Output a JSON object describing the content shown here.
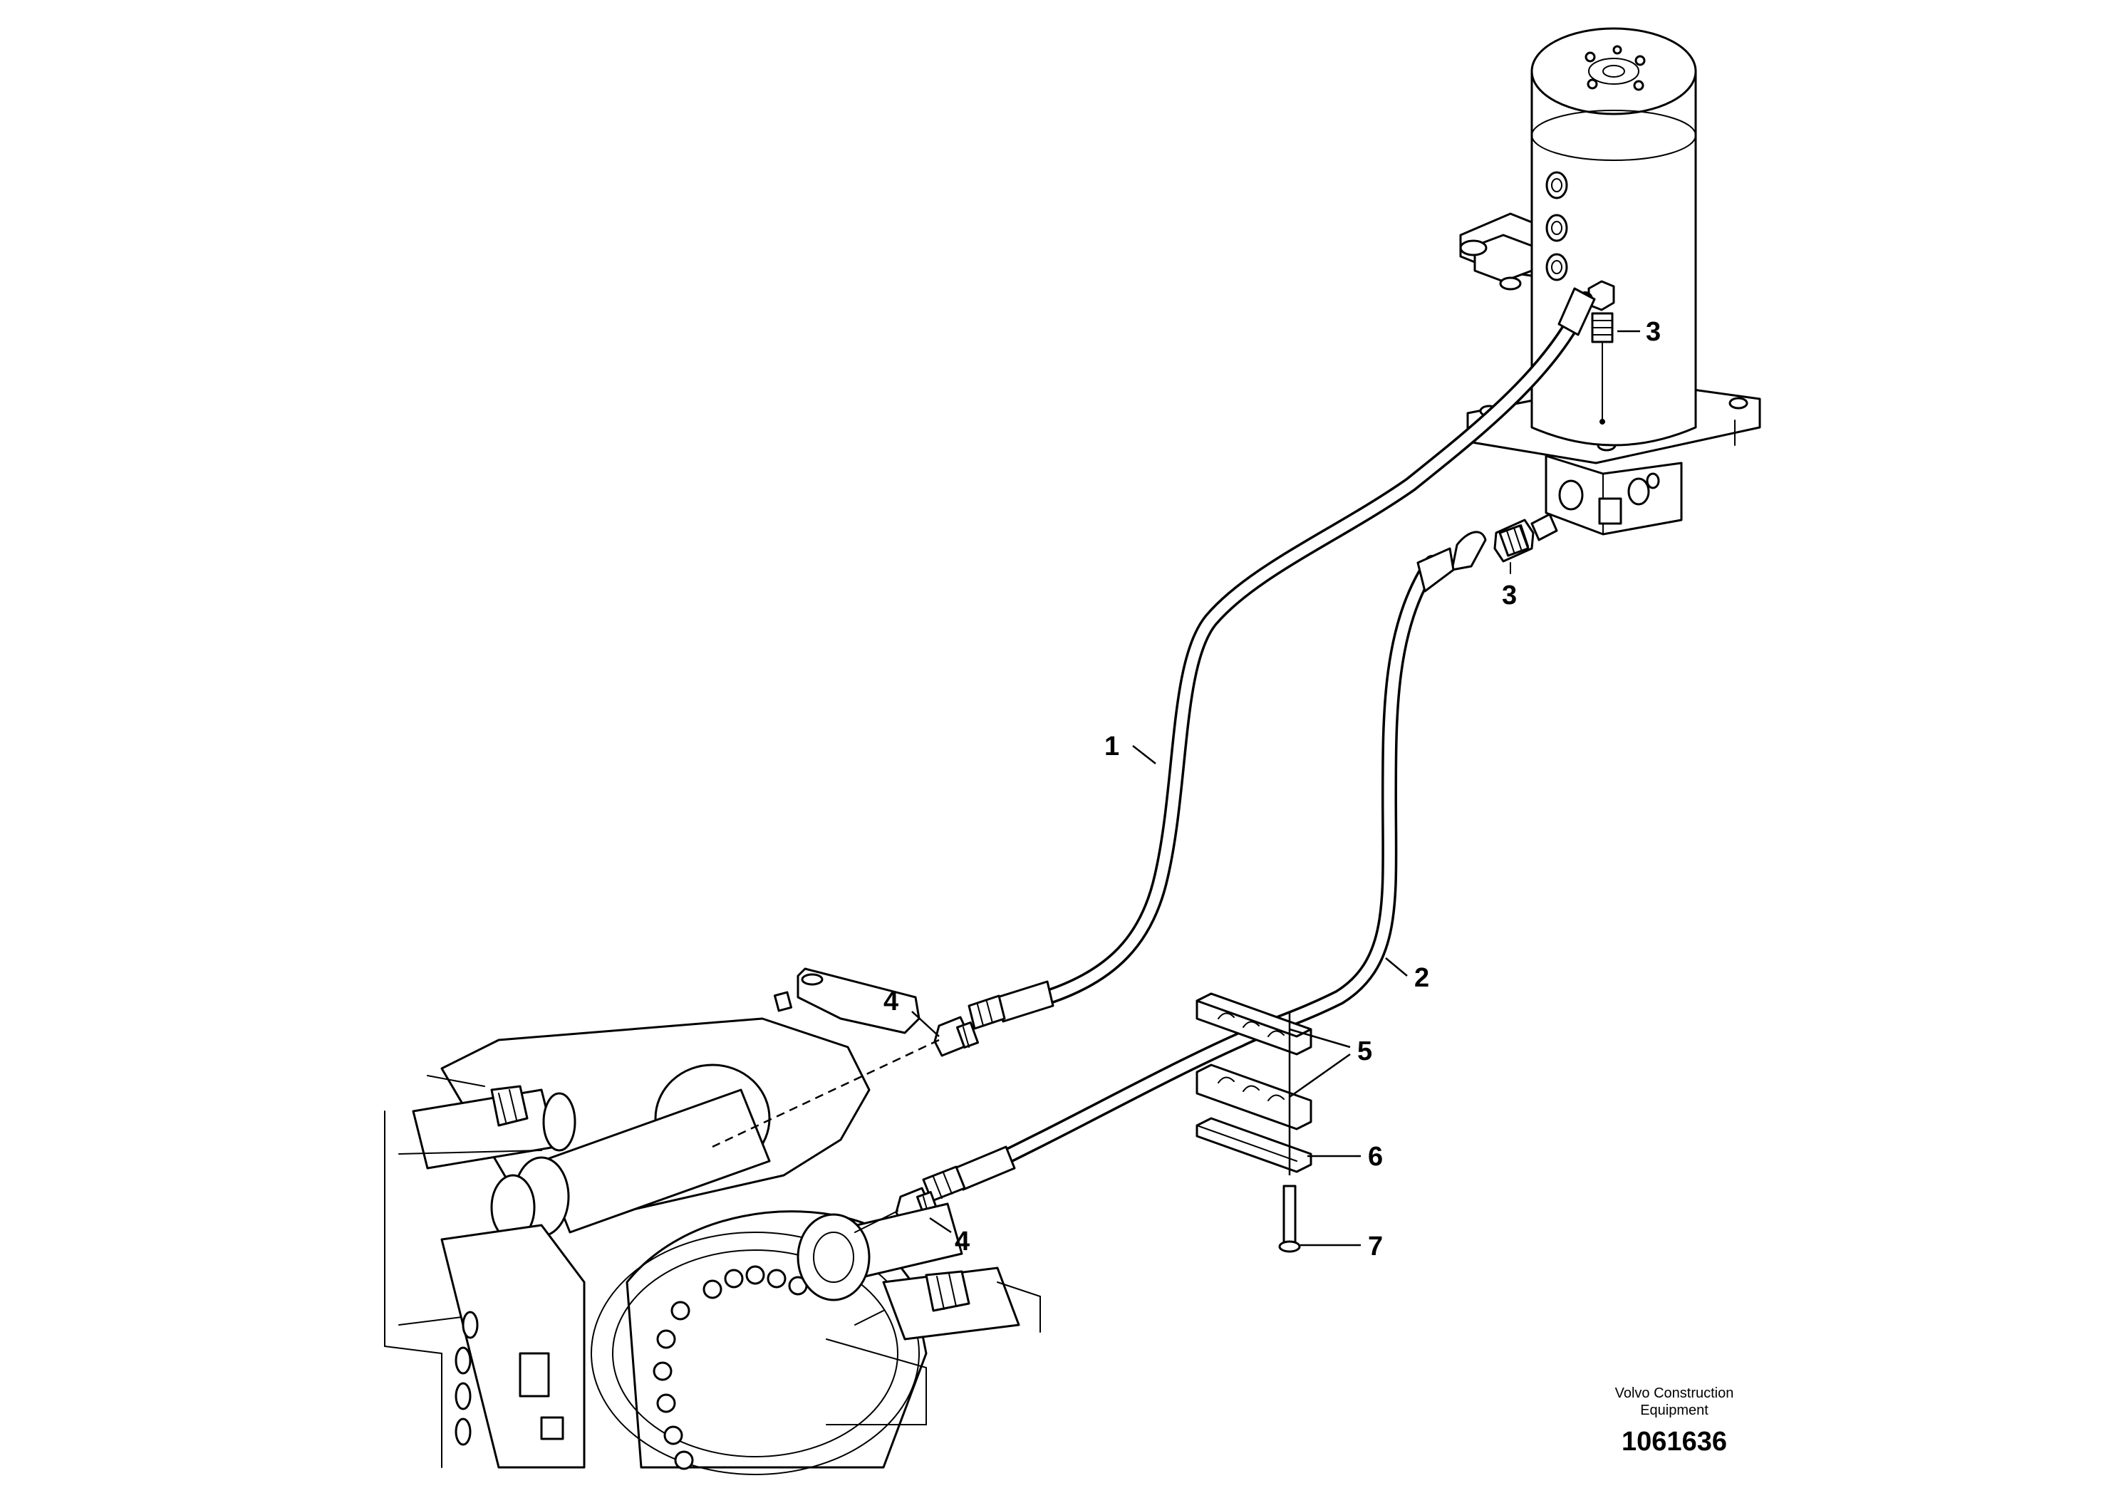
{
  "callouts": [
    {
      "id": "1",
      "label": "1"
    },
    {
      "id": "2",
      "label": "2"
    },
    {
      "id": "3a",
      "label": "3"
    },
    {
      "id": "3b",
      "label": "3"
    },
    {
      "id": "4a",
      "label": "4"
    },
    {
      "id": "4b",
      "label": "4"
    },
    {
      "id": "5",
      "label": "5"
    },
    {
      "id": "6",
      "label": "6"
    },
    {
      "id": "7",
      "label": "7"
    }
  ],
  "branding": {
    "company_line1": "Volvo Construction",
    "company_line2": "Equipment",
    "document_number": "1061636"
  }
}
